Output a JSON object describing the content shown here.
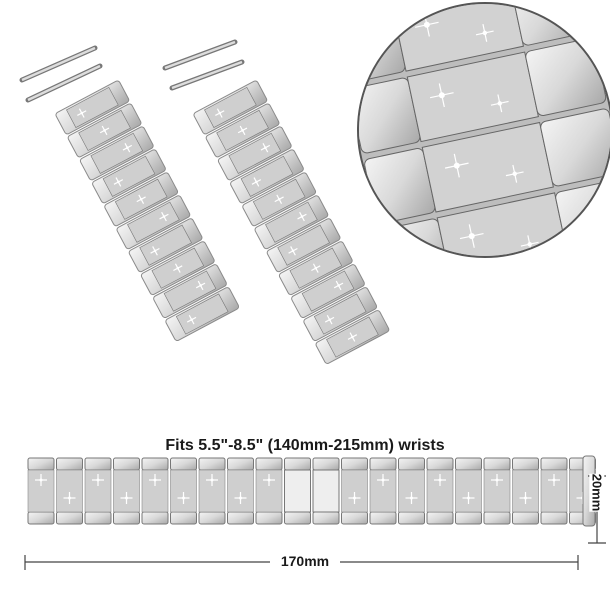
{
  "caption": "Fits 5.5\"-8.5\" (140mm-215mm) wrists",
  "dimensions": {
    "length": "170mm",
    "width": "20mm"
  },
  "colors": {
    "metal": "#d9d9d9",
    "metal_dark": "#8a8a8a",
    "line": "#444444"
  }
}
